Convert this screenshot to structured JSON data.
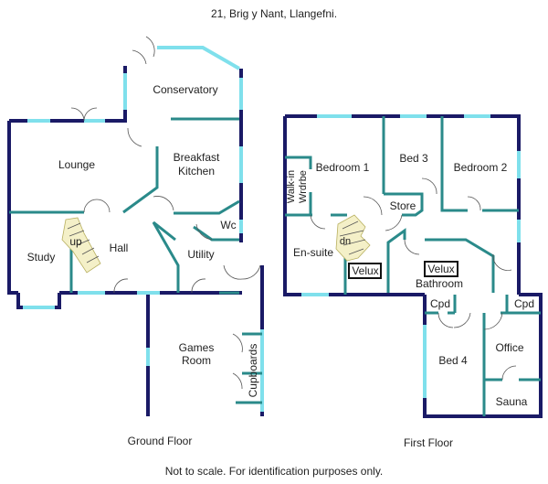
{
  "title": "21, Brig y Nant, Llangefni.",
  "footer": "Not to scale. For identification purposes only.",
  "ground_floor": {
    "label": "Ground Floor",
    "rooms": {
      "conservatory": "Conservatory",
      "lounge": "Lounge",
      "breakfast": "Breakfast",
      "kitchen": "Kitchen",
      "wc": "Wc",
      "study": "Study",
      "hall": "Hall",
      "utility": "Utility",
      "games": "Games",
      "room": "Room",
      "cupboards": "Cupboards",
      "up": "up"
    }
  },
  "first_floor": {
    "label": "First Floor",
    "rooms": {
      "bedroom1": "Bedroom 1",
      "bed3": "Bed 3",
      "bedroom2": "Bedroom 2",
      "walkin": "Walk-in",
      "wrdrbe": "Wrdrbe",
      "store": "Store",
      "ensuite": "En-suite",
      "dn": "dn",
      "velux1": "Velux",
      "velux2": "Velux",
      "bathroom": "Bathroom",
      "cpd1": "Cpd",
      "cpd2": "Cpd",
      "bed4": "Bed 4",
      "office": "Office",
      "sauna": "Sauna"
    }
  }
}
